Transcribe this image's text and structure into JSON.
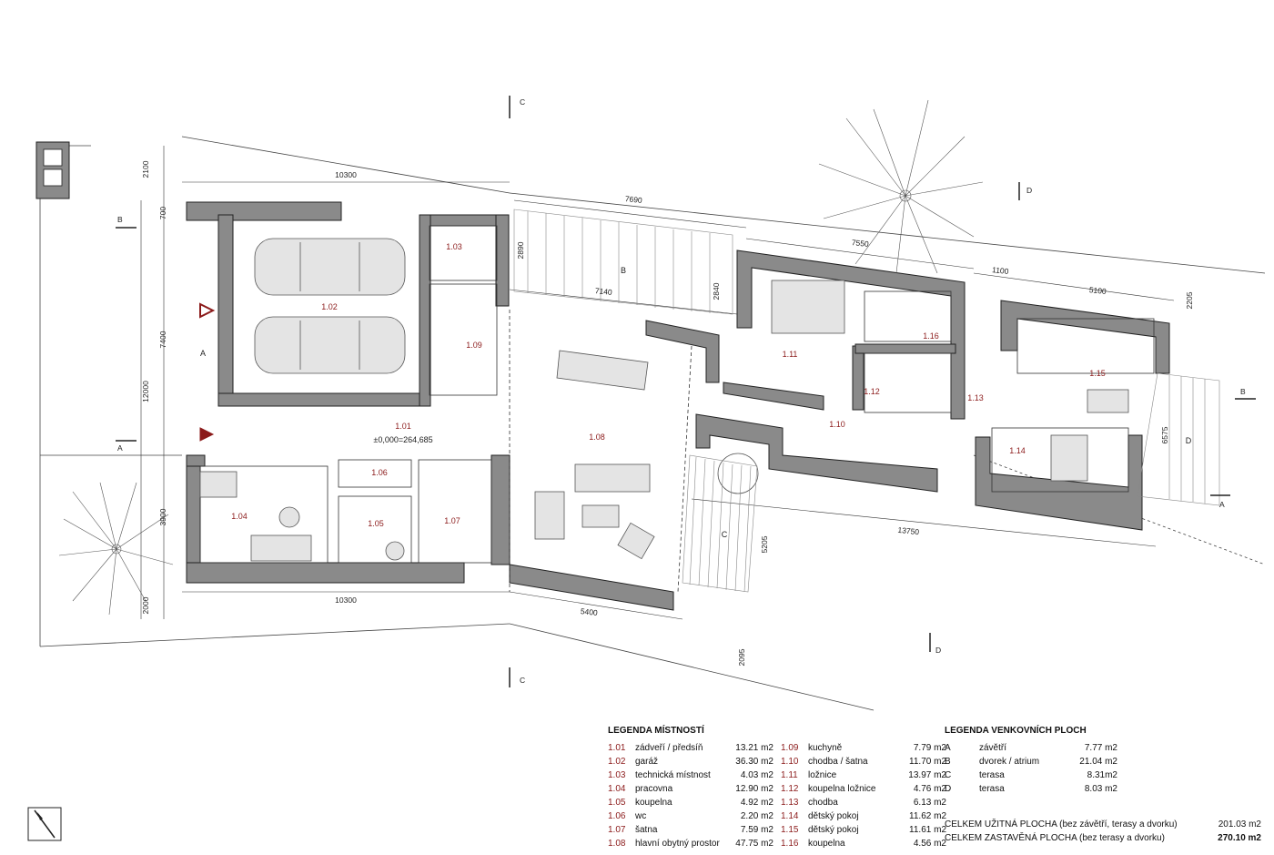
{
  "rooms": [
    {
      "code": "1.01",
      "name": "zádveří / předsíň",
      "area": "13.21 m2"
    },
    {
      "code": "1.02",
      "name": "garáž",
      "area": "36.30 m2"
    },
    {
      "code": "1.03",
      "name": "technická místnost",
      "area": "4.03 m2"
    },
    {
      "code": "1.04",
      "name": "pracovna",
      "area": "12.90 m2"
    },
    {
      "code": "1.05",
      "name": "koupelna",
      "area": "4.92 m2"
    },
    {
      "code": "1.06",
      "name": "wc",
      "area": "2.20 m2"
    },
    {
      "code": "1.07",
      "name": "šatna",
      "area": "7.59 m2"
    },
    {
      "code": "1.08",
      "name": "hlavní obytný prostor",
      "area": "47.75 m2"
    },
    {
      "code": "1.09",
      "name": "kuchyně",
      "area": "7.79 m2"
    },
    {
      "code": "1.10",
      "name": "chodba / šatna",
      "area": "11.70 m2"
    },
    {
      "code": "1.11",
      "name": "ložnice",
      "area": "13.97 m2"
    },
    {
      "code": "1.12",
      "name": "koupelna ložnice",
      "area": "4.76 m2"
    },
    {
      "code": "1.13",
      "name": "chodba",
      "area": "6.13 m2"
    },
    {
      "code": "1.14",
      "name": "dětský pokoj",
      "area": "11.62 m2"
    },
    {
      "code": "1.15",
      "name": "dětský pokoj",
      "area": "11.61 m2"
    },
    {
      "code": "1.16",
      "name": "koupelna",
      "area": "4.56 m2"
    }
  ],
  "outdoor": [
    {
      "code": "A",
      "name": "závětří",
      "area": "7.77 m2"
    },
    {
      "code": "B",
      "name": "dvorek / atrium",
      "area": "21.04 m2"
    },
    {
      "code": "C",
      "name": "terasa",
      "area": "8.31m2"
    },
    {
      "code": "D",
      "name": "terasa",
      "area": "8.03 m2"
    }
  ],
  "legend": {
    "rooms_title": "LEGENDA MÍSTNOSTÍ",
    "outdoor_title": "LEGENDA VENKOVNÍCH PLOCH",
    "total_usable_label": "CELKEM UŽITNÁ PLOCHA (bez závětří, terasy a dvorku)",
    "total_usable_value": "201.03 m2",
    "total_built_label": "CELKEM ZASTAVĚNÁ PLOCHA (bez terasy a dvorku)",
    "total_built_value": "270.10 m2"
  },
  "plan": {
    "level_label": "±0,000=264,685",
    "dimensions": [
      "10300",
      "10300",
      "7690",
      "7550",
      "1100",
      "5100",
      "7140",
      "5400",
      "13750",
      "2100",
      "700",
      "7400",
      "12000",
      "3900",
      "2000",
      "2890",
      "2840",
      "2205",
      "6575",
      "5205",
      "2095"
    ],
    "section_marks": [
      "C",
      "C",
      "B",
      "B",
      "A",
      "A",
      "D",
      "D"
    ],
    "zone_labels": [
      "A",
      "B",
      "C",
      "D"
    ],
    "colors": {
      "wall": "#8a8a8a",
      "room_code": "#8b1a1a",
      "line": "#222222",
      "entry_marker": "#8b1a1a"
    }
  }
}
